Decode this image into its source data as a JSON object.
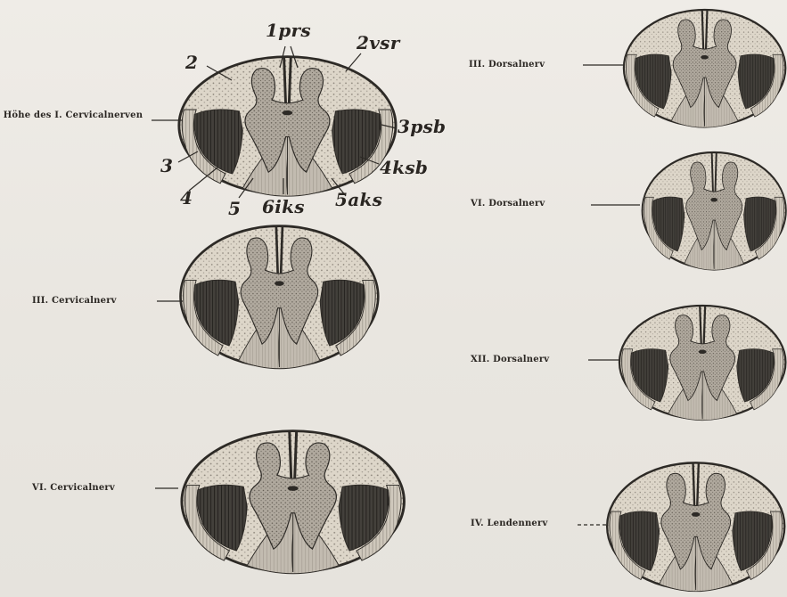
{
  "level_labels": {
    "c1": "Höhe des I. Cervicalnerven",
    "c3": "III. Cervicalnerv",
    "c6": "VI. Cervicalnerv",
    "d3": "III. Dorsalnerv",
    "d6": "VI. Dorsalnerv",
    "d12": "XII. Dorsalnerv",
    "l4": "IV. Lendennerv"
  },
  "part_labels": {
    "prs": "1prs",
    "vsr": "2vsr",
    "n2": "2",
    "psb": "3psb",
    "n3": "3",
    "ksb": "4ksb",
    "n4": "4",
    "n5": "5",
    "iks": "6iks",
    "aks": "5aks"
  },
  "colors": {
    "background": "#ece9e4",
    "outline": "#2d2a26",
    "white_matter": "#ddd6c9",
    "grey_matter": "#7c766e",
    "dark_tract": "#3f3b36",
    "light_tract": "#bdb6aa"
  }
}
